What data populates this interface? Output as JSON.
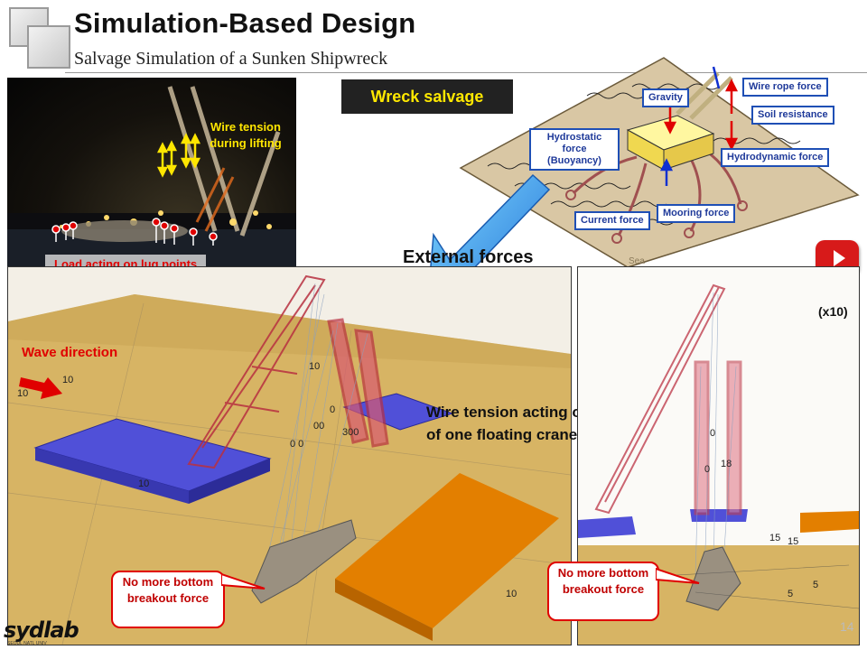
{
  "header": {
    "title": "Simulation-Based Design",
    "subtitle": "Salvage Simulation of a Sunken Shipwreck"
  },
  "photo_panel": {
    "wire_tension_label": "Wire tension during lifting",
    "load_label": "Load acting on lug points"
  },
  "salvage_badge": "Wreck salvage",
  "forces_diagram": {
    "gravity": "Gravity",
    "wire_rope_force": "Wire rope force",
    "soil_resistance": "Soil resistance",
    "hydrostatic_force": "Hydrostatic force (Buoyancy)",
    "hydrodynamic_force": "Hydrodynamic force",
    "current_force": "Current force",
    "mooring_force": "Mooring force",
    "sea_label": "Sea"
  },
  "external_forces_label": "External forces",
  "sim_left": {
    "wave_direction": "Wave direction",
    "wire_tension_hook": "Wire tension acting on the hook of one floating crane",
    "callout": "No more bottom breakout force",
    "scale_numbers": [
      "10",
      "10",
      "10",
      "10",
      "10",
      "300",
      "0",
      "00",
      "0 0"
    ]
  },
  "sim_right": {
    "speed": "(x10)",
    "callout": "No more bottom breakout force",
    "scale_numbers": [
      "15",
      "15",
      "5",
      "5",
      "18",
      "0",
      "0"
    ]
  },
  "footer": {
    "logo": "sydlab",
    "logo_sub": "SEOUL NATL UNIV",
    "page_number": "14"
  },
  "colors": {
    "force_box_border": "#1f4fb5",
    "callout_border": "#e00000",
    "sea_floor": "#d6b060",
    "barge": "#4a4acc",
    "crane": "#b83040",
    "orange_block": "#e07b00",
    "play_button": "#d71a1a"
  },
  "icons": {
    "play": "play-icon",
    "wave_arrow": "arrow-right-icon"
  }
}
